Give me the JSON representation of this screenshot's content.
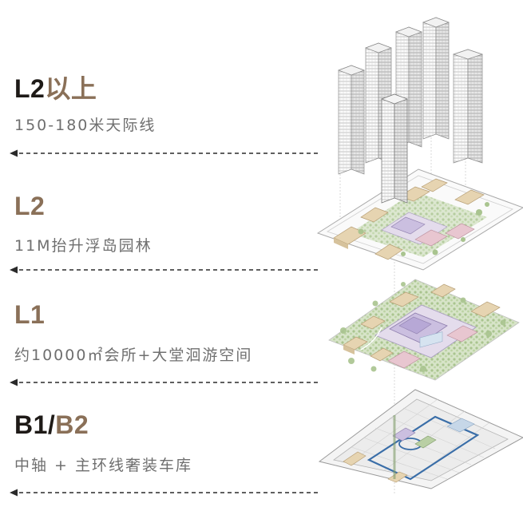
{
  "levels": [
    {
      "title_main": "L2",
      "title_accent": "以上",
      "subtitle": "150-180米天际线"
    },
    {
      "title_main": "L2",
      "title_accent": "",
      "subtitle": "11M抬升浮岛园林"
    },
    {
      "title_main": "L1",
      "title_accent": "",
      "subtitle": "约10000㎡会所+大堂洄游空间"
    },
    {
      "title_main": "B1/",
      "title_accent": "B2",
      "subtitle": "中轴 + 主环线奢装车库"
    }
  ],
  "colors": {
    "title_dark": "#1e1a17",
    "title_accent": "#8a7058",
    "subtitle": "#6f6f6f",
    "arrow": "#2a2a2a",
    "greenery": "#b9cfa4",
    "roof_beige": "#e6d4b1",
    "roof_purple": "#cbbfe0",
    "roof_pink": "#e8c6d0",
    "ring_blue": "#3a6ea8"
  },
  "icons": [
    "tower-icon",
    "arrow-left-icon"
  ]
}
